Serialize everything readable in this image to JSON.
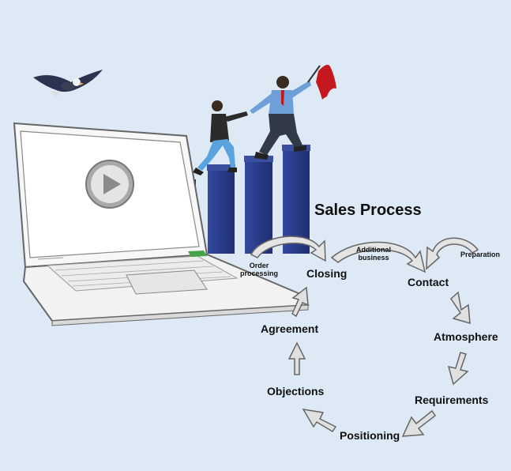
{
  "title": "Sales Process",
  "steps": {
    "closing": "Closing",
    "contact": "Contact",
    "atmosphere": "Atmosphere",
    "requirements": "Requirements",
    "positioning": "Positioning",
    "objections": "Objections",
    "agreement": "Agreement"
  },
  "loops": {
    "order_processing": [
      "Order",
      "processing"
    ],
    "additional_business": [
      "Additional",
      "business"
    ],
    "preparation": "Preparation"
  },
  "colors": {
    "background": "#dde9f5",
    "bars": "#2a3d8f",
    "arrow_fill": "#e4e4e4",
    "arrow_stroke": "#666666",
    "flag": "#c4181e"
  },
  "icons": [
    "eagle-icon",
    "laptop-icon",
    "play-icon",
    "flag-icon",
    "person-icon"
  ]
}
